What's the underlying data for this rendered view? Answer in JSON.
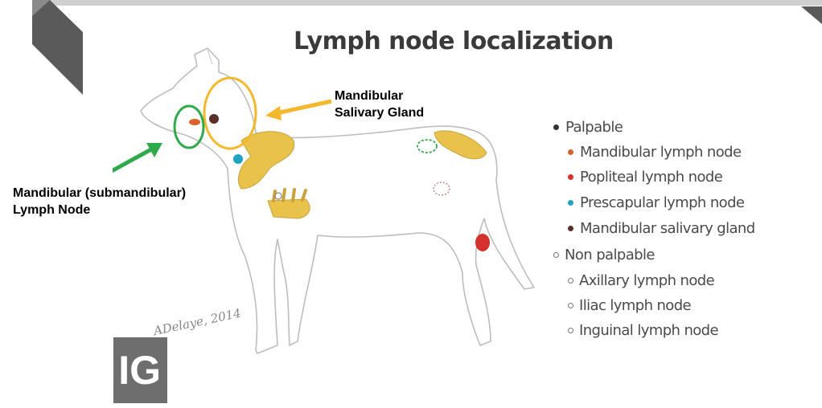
{
  "slide": {
    "title": "Lymph node localization"
  },
  "callouts": {
    "salivary_line1": "Mandibular",
    "salivary_line2": "Salivary Gland",
    "mandibular_line1": "Mandibular (submandibular)",
    "mandibular_line2": "Lymph Node"
  },
  "legend": {
    "palpable": "Palpable",
    "palpable_items": [
      {
        "label": "Mandibular lymph node",
        "color": "#d9622b"
      },
      {
        "label": "Popliteal lymph node",
        "color": "#d6302a"
      },
      {
        "label": "Prescapular lymph node",
        "color": "#1fa3c2"
      },
      {
        "label": "Mandibular salivary gland",
        "color": "#5a2f2a"
      }
    ],
    "non_palpable": "Non palpable",
    "non_palpable_items": [
      {
        "label": "Axillary lymph node"
      },
      {
        "label": "Iliac lymph node"
      },
      {
        "label": "Inguinal lymph node"
      }
    ]
  },
  "signature": "ADelaye, 2014",
  "logo": "IG",
  "colors": {
    "salivary_circle": "#f5b72c",
    "mandibular_circle": "#2faa4a",
    "muscle": "#e8c24a"
  }
}
